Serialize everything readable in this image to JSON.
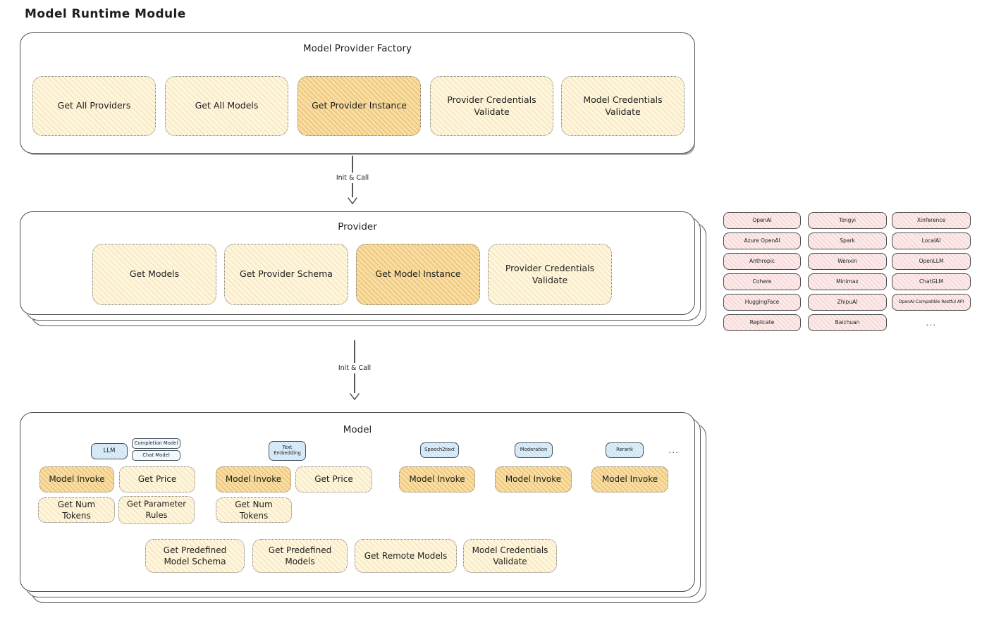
{
  "title": "Model Runtime Module",
  "arrows": [
    {
      "label": "Init & Call"
    },
    {
      "label": "Init & Call"
    }
  ],
  "factory": {
    "title": "Model Provider Factory",
    "boxes": [
      {
        "label": "Get All Providers",
        "highlight": false
      },
      {
        "label": "Get All Models",
        "highlight": false
      },
      {
        "label": "Get Provider Instance",
        "highlight": true
      },
      {
        "label": "Provider Credentials Validate",
        "highlight": false
      },
      {
        "label": "Model Credentials Validate",
        "highlight": false
      }
    ]
  },
  "provider": {
    "title": "Provider",
    "boxes": [
      {
        "label": "Get Models",
        "highlight": false
      },
      {
        "label": "Get Provider Schema",
        "highlight": false
      },
      {
        "label": "Get Model Instance",
        "highlight": true
      },
      {
        "label": "Provider Credentials Validate",
        "highlight": false
      }
    ]
  },
  "providers": [
    "OpenAI",
    "Tongyi",
    "Xinference",
    "Azure OpenAI",
    "Spark",
    "LocalAI",
    "Anthropic",
    "Wenxin",
    "OpenLLM",
    "Cohere",
    "Minimax",
    "ChatGLM",
    "HuggingFace",
    "ZhipuAI",
    "OpenAI-Compatible Restful API",
    "Replicate",
    "Baichuan"
  ],
  "providers_more": "...",
  "model": {
    "title": "Model",
    "tags": {
      "llm": "LLM",
      "completion": "Completion Model",
      "chat": "Chat Model",
      "embedding": "Text Embedding",
      "speech2text": "Speech2text",
      "moderation": "Moderation",
      "rerank": "Rerank",
      "more": "..."
    },
    "llm": {
      "invoke": "Model Invoke",
      "price": "Get Price",
      "tokens": "Get Num Tokens",
      "rules": "Get Parameter Rules"
    },
    "embedding": {
      "invoke": "Model Invoke",
      "price": "Get Price",
      "tokens": "Get Num Tokens"
    },
    "speech2text": {
      "invoke": "Model Invoke"
    },
    "moderation": {
      "invoke": "Model Invoke"
    },
    "rerank": {
      "invoke": "Model Invoke"
    },
    "common": [
      "Get Predefined Model Schema",
      "Get Predefined Models",
      "Get Remote Models",
      "Model Credentials Validate"
    ]
  },
  "colors": {
    "accent_highlight": "#f6dfa6",
    "accent_soft": "#fdf5dd",
    "chip_pink": "#fbeaea",
    "tag_blue": "#ddeefa",
    "stroke": "#4f4f4f"
  }
}
